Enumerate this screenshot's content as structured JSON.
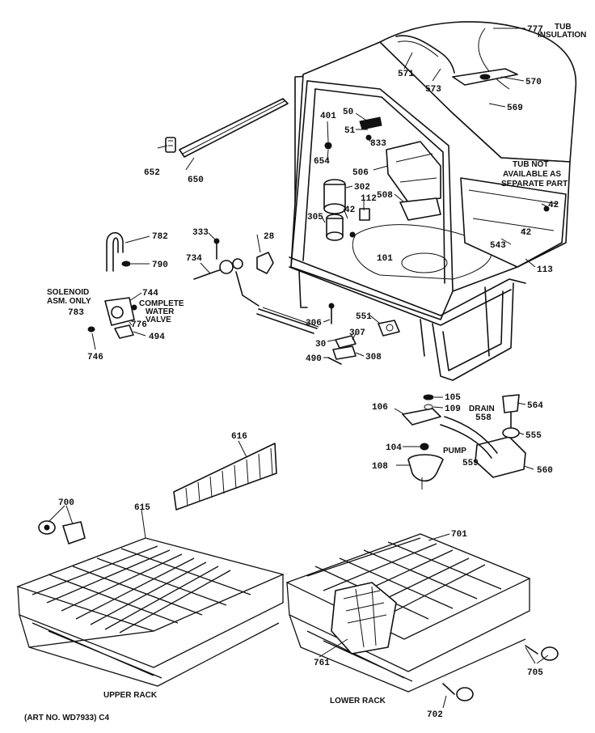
{
  "parts": {
    "p777": "777",
    "p571": "571",
    "p573": "573",
    "p570": "570",
    "p569": "569",
    "p50": "50",
    "p401": "401",
    "p51": "51",
    "p833": "833",
    "p654": "654",
    "p506": "506",
    "p302": "302",
    "p112": "112",
    "p508": "508",
    "p42a": "42",
    "p305": "305",
    "p42b": "42",
    "p42c": "42",
    "p543": "543",
    "p113": "113",
    "p101": "101",
    "p652": "652",
    "p650": "650",
    "p782": "782",
    "p790": "790",
    "p333": "333",
    "p28": "28",
    "p734": "734",
    "p744": "744",
    "p783": "783",
    "p776": "776",
    "p494": "494",
    "p746": "746",
    "p306": "306",
    "p307": "307",
    "p30": "30",
    "p308": "308",
    "p490": "490",
    "p551": "551",
    "p105": "105",
    "p106": "106",
    "p109": "109",
    "p104": "104",
    "p108": "108",
    "p558": "558",
    "p564": "564",
    "p555": "555",
    "p559": "559",
    "p560": "560",
    "p616": "616",
    "p700": "700",
    "p615": "615",
    "p701": "701",
    "p761": "761",
    "p705": "705",
    "p702": "702"
  },
  "captions": {
    "tub_insulation_1": "TUB",
    "tub_insulation_2": "INSULATION",
    "tub_not_1": "TUB NOT",
    "tub_not_2": "AVAILABLE AS",
    "tub_not_3": "SEPARATE PART",
    "solenoid_1": "SOLENOID",
    "solenoid_2": "ASM. ONLY",
    "valve_1": "COMPLETE",
    "valve_2": "WATER",
    "valve_3": "VALVE",
    "drain": "DRAIN",
    "pump": "PUMP",
    "upper_rack": "UPPER RACK",
    "lower_rack": "LOWER RACK",
    "art_no": "(ART NO. WD7933) C4"
  }
}
